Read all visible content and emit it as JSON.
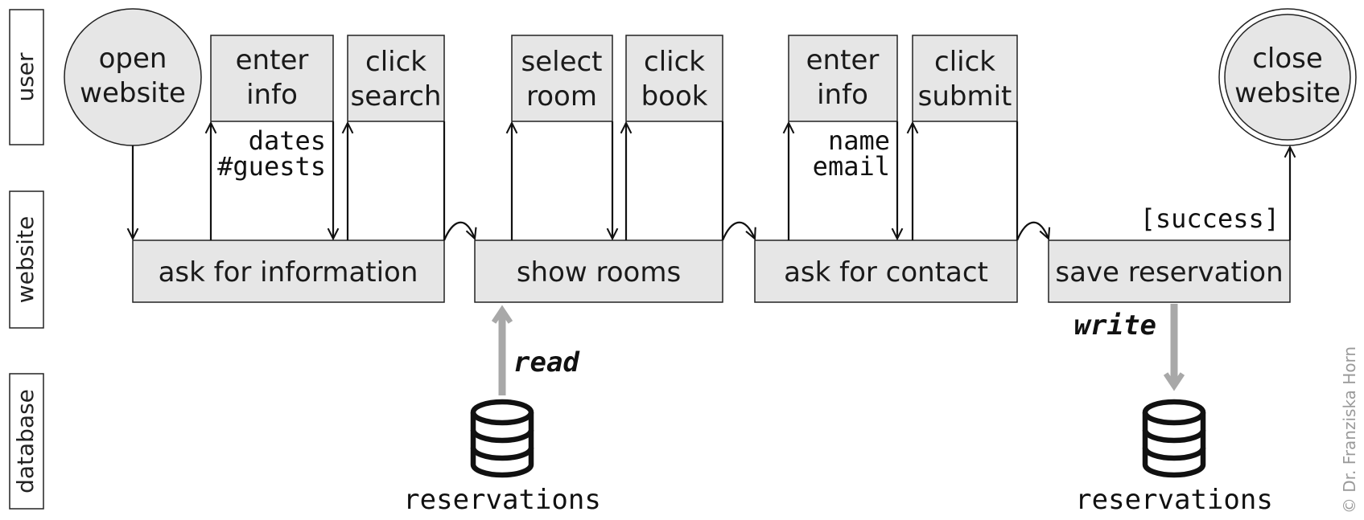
{
  "lanes": {
    "user": "user",
    "website": "website",
    "database": "database"
  },
  "user_actions": {
    "open_website": [
      "open",
      "website"
    ],
    "enter_info_1": [
      "enter",
      "info"
    ],
    "click_search": [
      "click",
      "search"
    ],
    "select_room": [
      "select",
      "room"
    ],
    "click_book": [
      "click",
      "book"
    ],
    "enter_info_2": [
      "enter",
      "info"
    ],
    "click_submit": [
      "click",
      "submit"
    ],
    "close_website": [
      "close",
      "website"
    ]
  },
  "website_steps": {
    "ask_for_information": "ask for information",
    "show_rooms": "show rooms",
    "ask_for_contact": "ask for contact",
    "save_reservation": "save reservation"
  },
  "flow_labels": {
    "info_fields": [
      "dates",
      "#guests"
    ],
    "contact_fields": [
      "name",
      "email"
    ],
    "success": "[success]",
    "read": "read",
    "write": "write"
  },
  "databases": {
    "db_read": "reservations",
    "db_write": "reservations"
  },
  "credit": "© Dr. Franziska Horn"
}
